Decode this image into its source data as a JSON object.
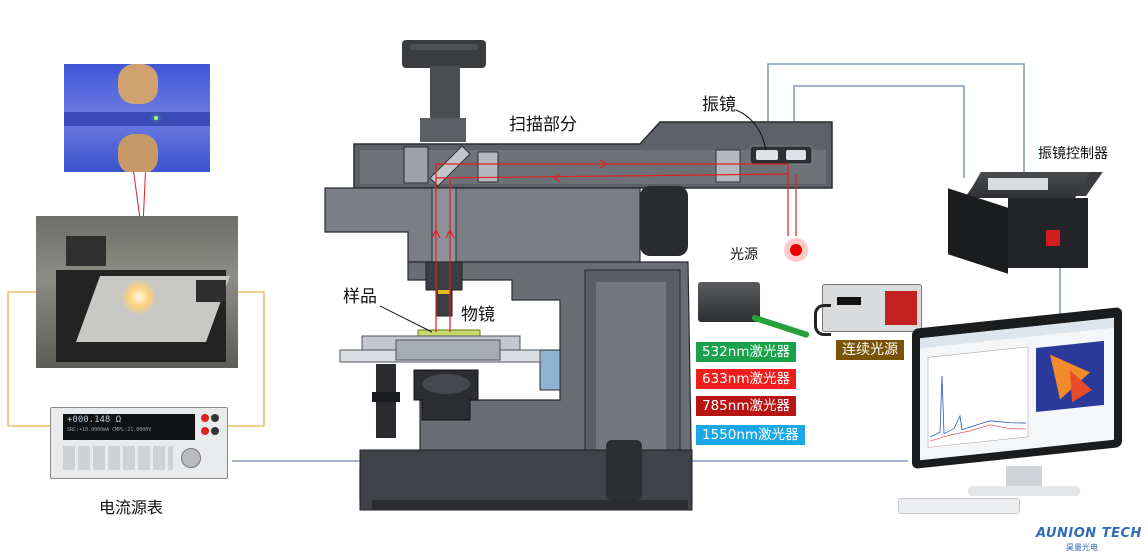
{
  "labels": {
    "scan": "扫描部分",
    "galvo": "振镜",
    "galvo_controller": "振镜控制器",
    "light_source": "光源",
    "sample": "样品",
    "objective": "物镜",
    "sourcemeter": "电流源表"
  },
  "lasers": [
    {
      "label": "532nm激光器",
      "color": "#1aa24a"
    },
    {
      "label": "633nm激光器",
      "color": "#f01d1d"
    },
    {
      "label": "785nm激光器",
      "color": "#b81414"
    },
    {
      "label": "1550nm激光器",
      "color": "#1aa9e6"
    }
  ],
  "cw_source": {
    "label": "连续光源",
    "color": "#7a5208"
  },
  "instrument": {
    "line1": "+000.148 Ω",
    "line2": "SRC:+10.0000mA  CMPL:21.0000V"
  },
  "brand": {
    "name": "AUNION TECH",
    "sub": "昊量光电"
  },
  "colors": {
    "laser_path": "#e02020",
    "wire": "#6f86ad",
    "highlight_box": "#e8b64a"
  }
}
